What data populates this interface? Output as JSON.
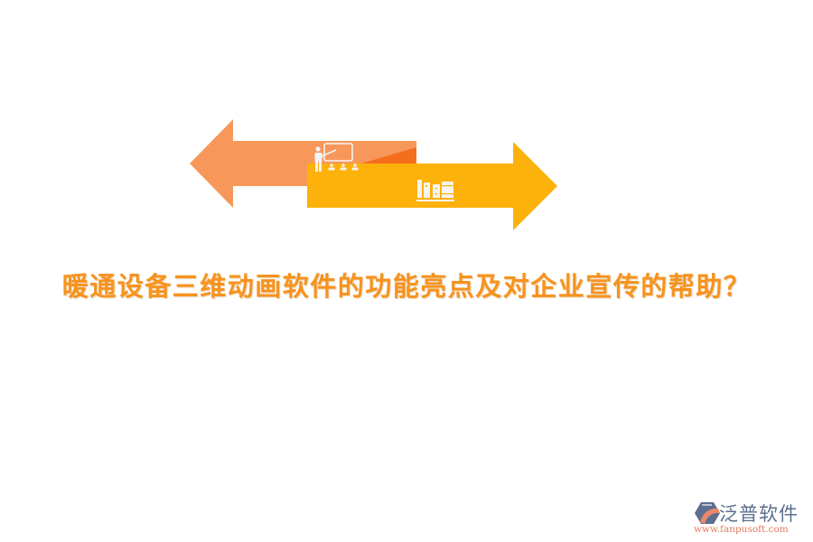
{
  "graphic": {
    "left_arrow": {
      "color": "#F7985A",
      "accent_color": "#F56E1C",
      "icon": "teacher-presentation-icon"
    },
    "right_arrow": {
      "color": "#FDB10B",
      "icon": "bookshelf-icon"
    },
    "icon_color": "#F4F4F4"
  },
  "title": {
    "text": "暖通设备三维动画软件的功能亮点及对企业宣传的帮助？",
    "color": "#F7931E"
  },
  "logo": {
    "name": "泛普软件",
    "url": "www.fanpusoft.com",
    "mark_colors": [
      "#5b6f8e",
      "#e8866a"
    ]
  }
}
